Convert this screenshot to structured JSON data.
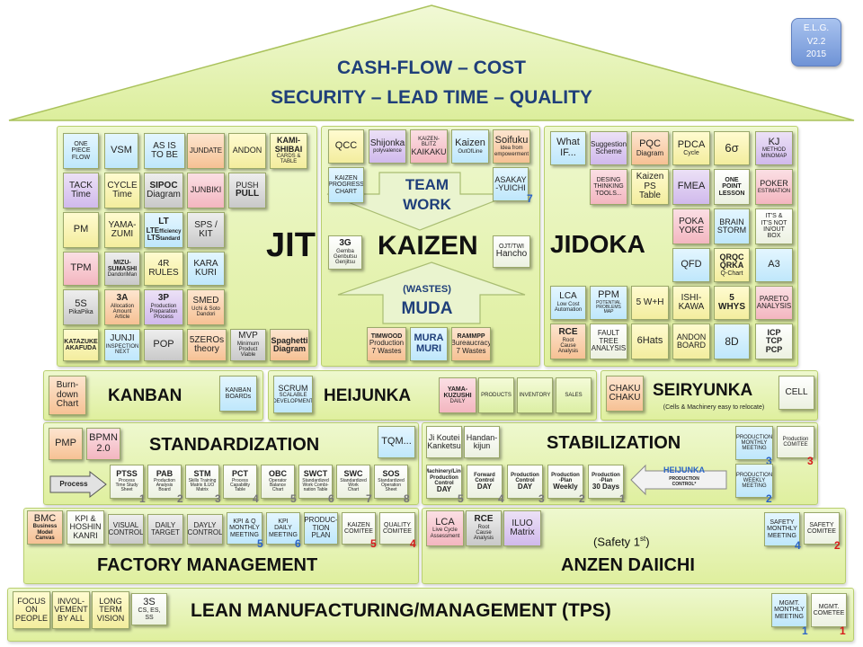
{
  "roof": {
    "line1": "CASH-FLOW – COST",
    "line2": "SECURITY – LEAD TIME – QUALITY",
    "badge": "E.L.G.\nV2.2\n2015"
  },
  "jit": {
    "title": "JIT",
    "cards": {
      "one_piece_flow": "ONE\nPIECE\nFLOW",
      "vsm": "VSM",
      "as_is_to_be": "AS IS\nTO BE",
      "jundate": "JUNDATE",
      "andon": "ANDON",
      "kami_shibai": "KAMI-\nSHIBAI",
      "kami_shibai_sub": "CARDS & TABLE",
      "tack_time": "TACK\nTime",
      "cycle_time": "CYCLE\nTime",
      "sipoc": "SIPOC",
      "sipoc_sub": "Diagram",
      "junbiki": "JUNBIKI",
      "push_pull": "PUSH",
      "push_pull_sub": "PULL",
      "pm": "PM",
      "yama_zumi": "YAMA-\nZUMI",
      "lt": "LT",
      "lte": "LTE",
      "lte_sub": "fficiency",
      "lts": "LTS",
      "lts_sub": "tandard",
      "sps_kit": "SPS /\nKIT",
      "tpm": "TPM",
      "mizu_sumashi": "MIZU-\nSUMASHI",
      "mizu_sub": "DandoriMan",
      "four_r": "4R\nRULES",
      "kara_kuri": "KARA\nKURI",
      "five_s": "5S",
      "five_s_sub": "PikaPika",
      "three_a": "3A",
      "three_a_sub": "Allocation\nAmount\nArticle",
      "three_p": "3P",
      "three_p_sub": "Production\nPreparation\nProcess",
      "smed": "SMED",
      "smed_sub": "Uchi & Soto\nDandori",
      "katazuke": "KATAZUKE\nAKAFUDA",
      "junji": "JUNJI",
      "junji_sub": "INSPECTION\nNEXT",
      "pop": "POP",
      "five_zeros": "5ZEROs\ntheory",
      "mvp": "MVP",
      "mvp_sub": "Minimum\nProduct\nViable",
      "spaghetti": "Spaghetti\nDiagram"
    }
  },
  "kaizen": {
    "title": "KAIZEN",
    "team": "TEAM\nWORK",
    "wastes": "(WASTES)",
    "muda": "MUDA",
    "cards": {
      "qcc": "QCC",
      "shijonka": "Shijonka",
      "shijonka_sub": "polyvalence",
      "kaizen_blitz": "KAIZEN-BLITZ",
      "kaikaku": "KAIKAKU",
      "kaizen_outofline": "Kaizen",
      "kaizen_outofline_sub": "OutOfLine",
      "soifuku": "Soifuku",
      "soifuku_sub": "Idea from empowerment",
      "progress_chart": "KAIZEN\nPROGRESS\nCHART",
      "asakay": "ASAKAY\n-YUICHI",
      "three_g": "3G",
      "three_g_sub": "Gemba\nGenbutsu\nGenjitsu",
      "ojt": "OJT/TWI",
      "hancho": "Hancho",
      "timwood": "TIMWOOD",
      "timwood_sub": "Production\n7 Wastes",
      "mura_muri": "MURA\nMURI",
      "rammpp": "RAMMPP",
      "rammpp_sub": "Bureaucracy\n7 Wastes"
    },
    "num_asakay": "7"
  },
  "jidoka": {
    "title": "JIDOKA",
    "cards": {
      "what_if": "What\nIF...",
      "suggestion": "Suggestion\nScheme",
      "pqc": "PQC",
      "pqc_sub": "Diagram",
      "pdca": "PDCA",
      "pdca_sub": "Cycle",
      "six_sigma": "6σ",
      "kj": "KJ",
      "kj_sub": "METHOD\nMINOMAP",
      "design_thinking": "DESING\nTHINKING\nTOOLS...",
      "kaizen_ps": "Kaizen\nPS\nTable",
      "fmea": "FMEA",
      "opl": "ONE\nPOINT\nLESSON",
      "poker": "POKER",
      "poker_sub": "ESTIMATION",
      "poka_yoke": "POKA\nYOKE",
      "brain_storm": "BRAIN\nSTORM",
      "its_not": "IT'S &\nIT'S NOT\nIN/OUT BOX",
      "qfd": "QFD",
      "qrqc": "QRQC\nQRKA",
      "qrqc_sub": "Q-Chart",
      "a3": "A3",
      "lca": "LCA",
      "lca_sub": "Low Cost\nAutomation",
      "ppm": "PPM",
      "ppm_sub": "POTENTIAL PROBLEMS MAP",
      "five_wh": "5 W+H",
      "ishikawa": "ISHI-\nKAWA",
      "five_whys": "5\nWHYS",
      "pareto": "PARETO\nANALYSIS",
      "rce": "RCE",
      "rce_sub": "Root\nCause\nAnalysis",
      "fault_tree": "FAULT\nTREE\nANALYSIS",
      "six_hats": "6Hats",
      "andon_board": "ANDON\nBOARD",
      "eight_d": "8D",
      "icp": "ICP\nTCP\nPCP"
    }
  },
  "kanban": {
    "title": "KANBAN",
    "burndown": "Burn-\ndown\nChart",
    "boards": "KANBAN\nBOARDs"
  },
  "heijunka": {
    "title": "HEIJUNKA",
    "scrum": "SCRUM",
    "scrum_sub": "SCALABLE\nDEVELOPMENT",
    "yama": "YAMA-\nKUZUSHI",
    "yama_sub": "DAILY",
    "products": "PRODUCTS",
    "inventory": "INVENTORY",
    "sales": "SALES"
  },
  "seiryunka": {
    "title": "SEIRYUNKA",
    "subtitle": "(Cells & Machinery easy to relocate)",
    "chaku": "CHAKU\nCHAKU",
    "cell": "CELL"
  },
  "standardization": {
    "title": "STANDARDIZATION",
    "pmp": "PMP",
    "bpmn": "BPMN\n2.0",
    "tqm": "TQM...",
    "process": "Process",
    "steps": [
      {
        "title": "PTSS",
        "sub": "Process\nTime Study\nSheet",
        "num": "1"
      },
      {
        "title": "PAB",
        "sub": "Production\nAnalysis\nBoard",
        "num": "2"
      },
      {
        "title": "STM",
        "sub": "Skills Training\nMatrix ILUO Matrix",
        "num": "3"
      },
      {
        "title": "PCT",
        "sub": "Process\nCapability\nTable",
        "num": "4"
      },
      {
        "title": "OBC",
        "sub": "Operator\nBalance\nChart",
        "num": "5"
      },
      {
        "title": "SWCT",
        "sub": "Standardized\nWork Combi-\nnation Table",
        "num": "6"
      },
      {
        "title": "SWC",
        "sub": "Standardized\nWork\nChart",
        "num": "7"
      },
      {
        "title": "SOS",
        "sub": "Standardized\nOperation\nSheet",
        "num": "8"
      }
    ]
  },
  "stabilization": {
    "title": "STABILIZATION",
    "ji_koutei": "Ji Koutei\nKanketsu",
    "handan": "Handan-\nkijun",
    "prod_monthly": "PRODUCTION\nMONTHLY\nMEETING",
    "prod_comitee": "Production\nCOMITEE",
    "prod_weekly": "PRODUCTION\nWEEKLY\nMEETING",
    "heijunka_label": "HEIJUNKA",
    "heijunka_sub": "PRODUCTION\nCONTROL*",
    "steps": [
      {
        "title": "Machinery/Line\nProduction\nControl",
        "big": "DAY",
        "num": "5"
      },
      {
        "title": "Forward\nControl",
        "big": "DAY",
        "num": "4"
      },
      {
        "title": "Production\nControl",
        "big": "DAY",
        "num": "3"
      },
      {
        "title": "Production\n-Plan",
        "big": "Weekly",
        "num": "2"
      },
      {
        "title": "Production\n-Plan",
        "big": "30 Days",
        "num": "1"
      }
    ],
    "num_monthly": "3",
    "num_comitee": "3",
    "num_weekly": "2"
  },
  "factory": {
    "title": "FACTORY MANAGEMENT",
    "bmc": "BMC",
    "bmc_sub": "Business\nModel\nCanvas",
    "kpi_hoshin": "KPI &\nHOSHIN\nKANRI",
    "visual_control": "VISUAL\nCONTROL",
    "daily_target": "DAILY\nTARGET",
    "dayly_control": "DAYLY\nCONTROL",
    "kpi_q_monthly": "KPI & Q\nMONTHLY\nMEETING",
    "kpi_daily": "KPI\nDAILY\nMEETING",
    "production_plan": "PRODUC-\nTION\nPLAN",
    "kaizen_comitee": "KAIZEN\nCOMITEE",
    "quality_comitee": "QUALITY\nCOMITEE",
    "num_kpi_q": "5",
    "num_kpi_daily": "6",
    "num_kaizen": "5",
    "num_quality": "4"
  },
  "anzen": {
    "title": "ANZEN DAIICHI",
    "safety_first": "(Safety 1",
    "safety_first_sup": "st",
    "safety_first_end": ")",
    "lca": "LCA",
    "lca_sub": "Live Cycle\nAssessment",
    "rce": "RCE",
    "rce_sub": "Root\nCause\nAnalysis",
    "iluo": "ILUO\nMatrix",
    "safety_monthly": "SAFETY\nMONTHLY\nMEETING",
    "safety_comitee": "SAFETY\nCOMITEE",
    "num_monthly": "4",
    "num_comitee": "2"
  },
  "foundation": {
    "title": "LEAN MANUFACTURING/MANAGEMENT  (TPS)",
    "focus": "FOCUS\nON\nPEOPLE",
    "involvement": "INVOL-\nVEMENT\nBY ALL",
    "long_term": "LONG\nTERM\nVISION",
    "three_s": "3S",
    "three_s_sub": "CS, ES, SS",
    "mgmt_monthly": "MGMT.\nMONTHLY\nMEETING",
    "mgmt_comitee": "MGMT.\nCOMETEE",
    "num_monthly": "1",
    "num_comitee": "1"
  },
  "colors": {
    "panel": "#e4f2ac",
    "title_blue": "#1f3f7a",
    "num_blue": "#2b64c6",
    "num_red": "#d71a1a"
  }
}
